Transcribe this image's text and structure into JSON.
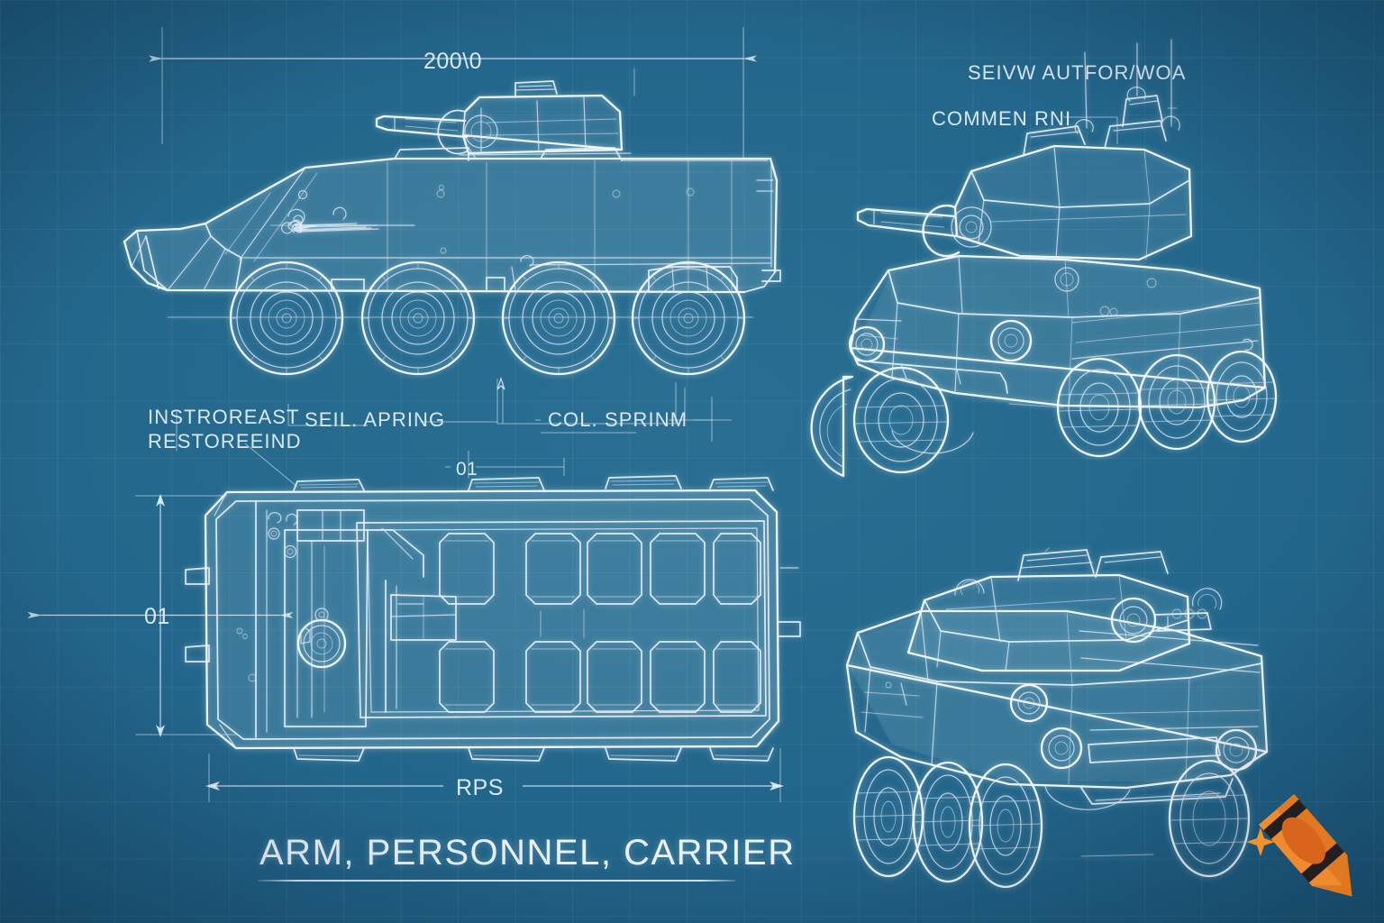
{
  "sheet": {
    "background_color": "#24688c",
    "line_color": "#e8f3fb",
    "grid_color": "rgba(255,255,255,0.055)"
  },
  "title": {
    "text": "ARM, PERSONNEL, CARRIER"
  },
  "dimensions": {
    "overall_length_top": "200\\0",
    "height_left": "01",
    "width_bottom": "RPS",
    "detail_center": "01"
  },
  "annotations": [
    {
      "id": "instroreast",
      "line1": "INSTROREAST",
      "line2": "RESTOREEIND"
    },
    {
      "id": "seil-apring",
      "line1": "SEIL. APRING"
    },
    {
      "id": "col-sprinm",
      "line1": "COL. SPRINM"
    },
    {
      "id": "seivw",
      "line1": "SEIVW AUTFOR/WOA"
    },
    {
      "id": "commen",
      "line1": "COMMEN RNI"
    }
  ],
  "views": {
    "side": {
      "name": "side-elevation-view",
      "wheels": 4
    },
    "plan": {
      "name": "top-plan-view",
      "seats": 10
    },
    "front_quarter": {
      "name": "front-three-quarter-view"
    },
    "rear_quarter": {
      "name": "rear-three-quarter-view"
    }
  },
  "watermark": {
    "name": "craiyon-crayon-watermark",
    "crayon_color": "#f08a2c",
    "crayon_dark": "#d9641b",
    "band_color": "#231f20",
    "sparkle_color": "#f5922e"
  }
}
